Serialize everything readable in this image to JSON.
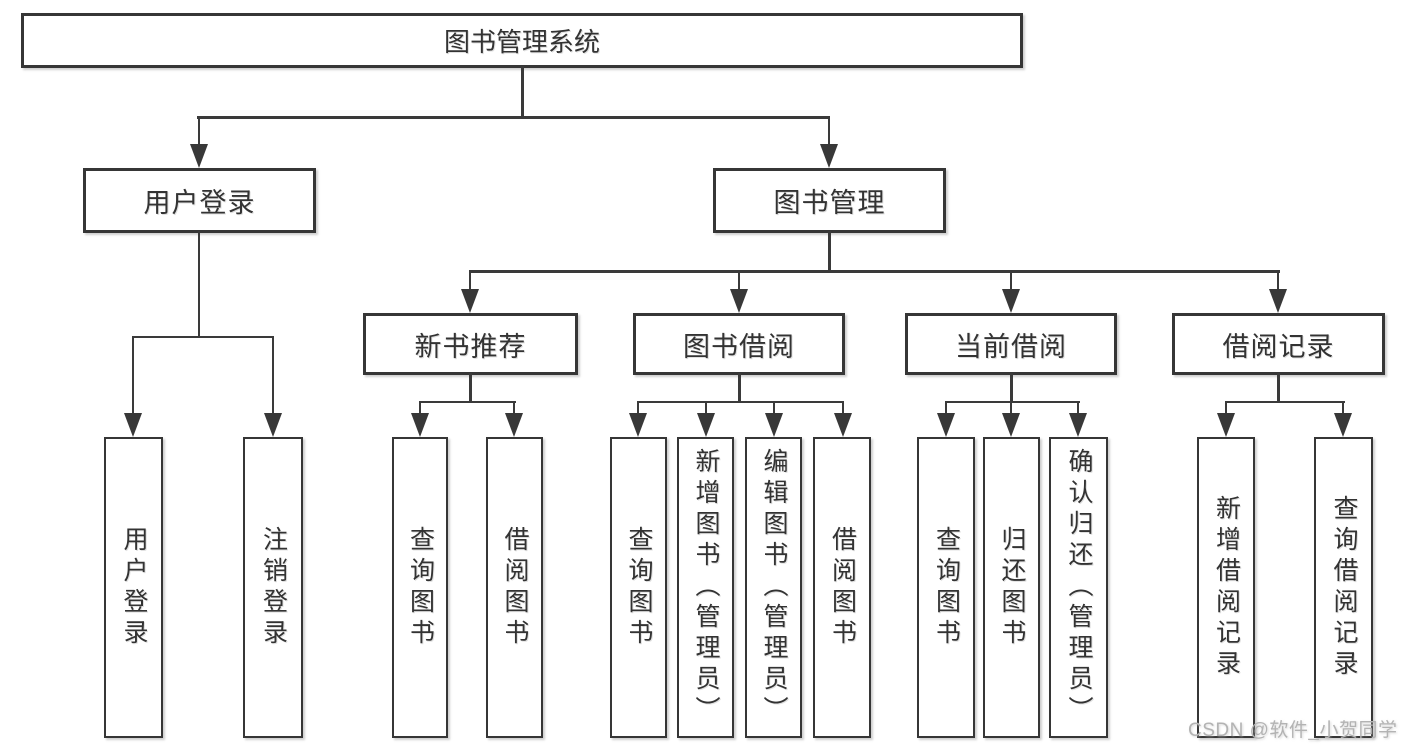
{
  "title": "图书管理系统",
  "level2": {
    "user_login": "用户登录",
    "book_mgmt": "图书管理"
  },
  "level3": {
    "new_book": "新书推荐",
    "book_borrow": "图书借阅",
    "current_borrow": "当前借阅",
    "borrow_record": "借阅记录"
  },
  "leaves": {
    "user_login": [
      "用户登录",
      "注销登录"
    ],
    "new_book": [
      "查询图书",
      "借阅图书"
    ],
    "book_borrow": [
      "查询图书",
      "新增图书（管理员）",
      "编辑图书（管理员）",
      "借阅图书"
    ],
    "current_borrow": [
      "查询图书",
      "归还图书",
      "确认归还（管理员）"
    ],
    "borrow_record": [
      "新增借阅记录",
      "查询借阅记录"
    ]
  },
  "watermark": "CSDN @软件_小贺同学"
}
